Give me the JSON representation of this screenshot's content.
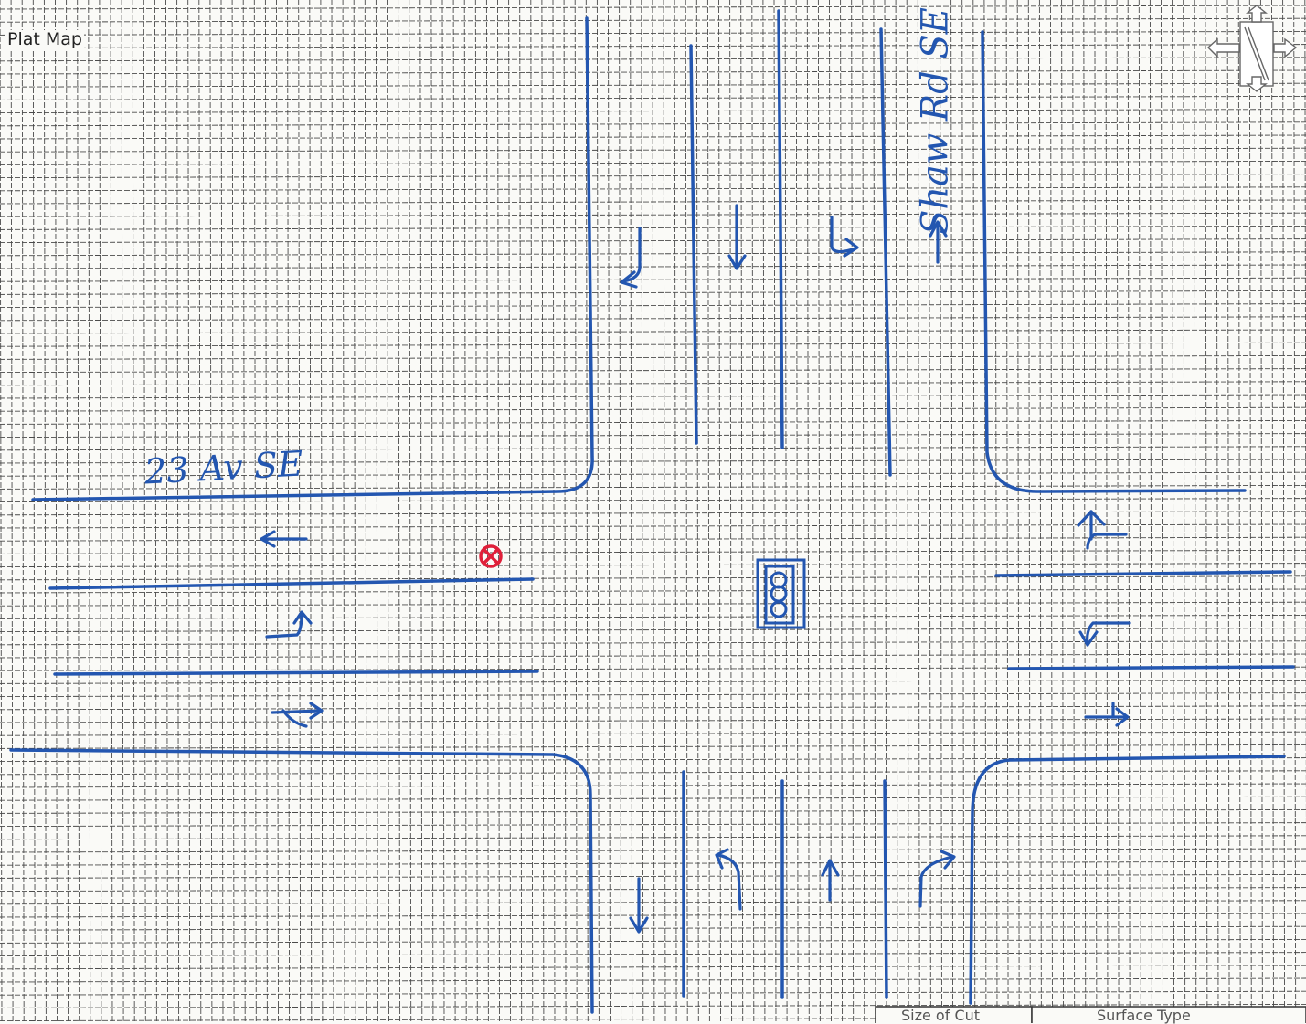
{
  "map": {
    "title": "Plat Map",
    "street_horizontal": "23 Av SE",
    "street_vertical": "Shaw Rd SE",
    "footer": {
      "size_of_cut": "Size of Cut",
      "surface_type": "Surface Type"
    },
    "north_icon": "north-arrow-compass",
    "marker_icon": "circle-x-marker",
    "signal_icon": "traffic-signal"
  },
  "colors": {
    "ink": "#2356b0",
    "grid": "#4a4a4a",
    "marker": "#e0203a",
    "paper": "#fafaf7"
  }
}
